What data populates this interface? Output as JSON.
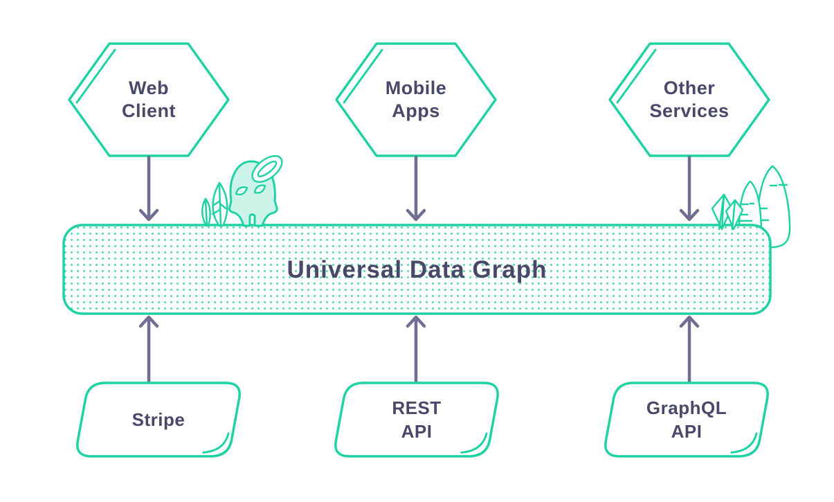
{
  "title": {
    "text": "Universal Data Graph"
  },
  "clients": [
    {
      "id": "web-client",
      "label": "Web\nClient"
    },
    {
      "id": "mobile-apps",
      "label": "Mobile\nApps"
    },
    {
      "id": "other-services",
      "label": "Other\nServices"
    }
  ],
  "sources": [
    {
      "id": "stripe",
      "label": "Stripe"
    },
    {
      "id": "rest-api",
      "label": "REST\nAPI"
    },
    {
      "id": "graphql-api",
      "label": "GraphQL\nAPI"
    }
  ],
  "icons": [
    "ghost-icon",
    "halo-icon",
    "plant-icon",
    "crystal-icon",
    "hill-icon"
  ],
  "colors": {
    "teal": "#1fd2a4",
    "teal_light": "#cdf4e8",
    "dot": "#4fd9ae",
    "text": "#494868",
    "arrow": "#6f6e92",
    "bg": "#ffffff"
  }
}
